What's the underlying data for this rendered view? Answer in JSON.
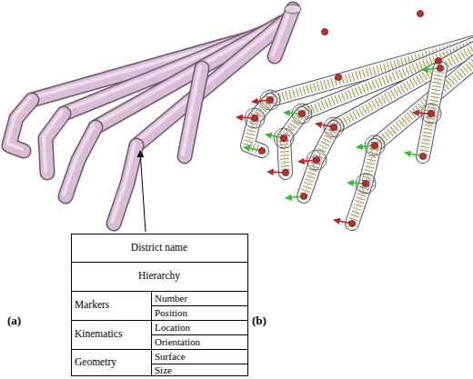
{
  "diagram": {
    "labels": [
      "(a)",
      "(b)",
      "District name",
      "Hierarchy",
      "Markers",
      "Number",
      "Position",
      "Kinematics",
      "Location",
      "Orientation",
      "Geometry",
      "Surface",
      "Size"
    ]
  }
}
